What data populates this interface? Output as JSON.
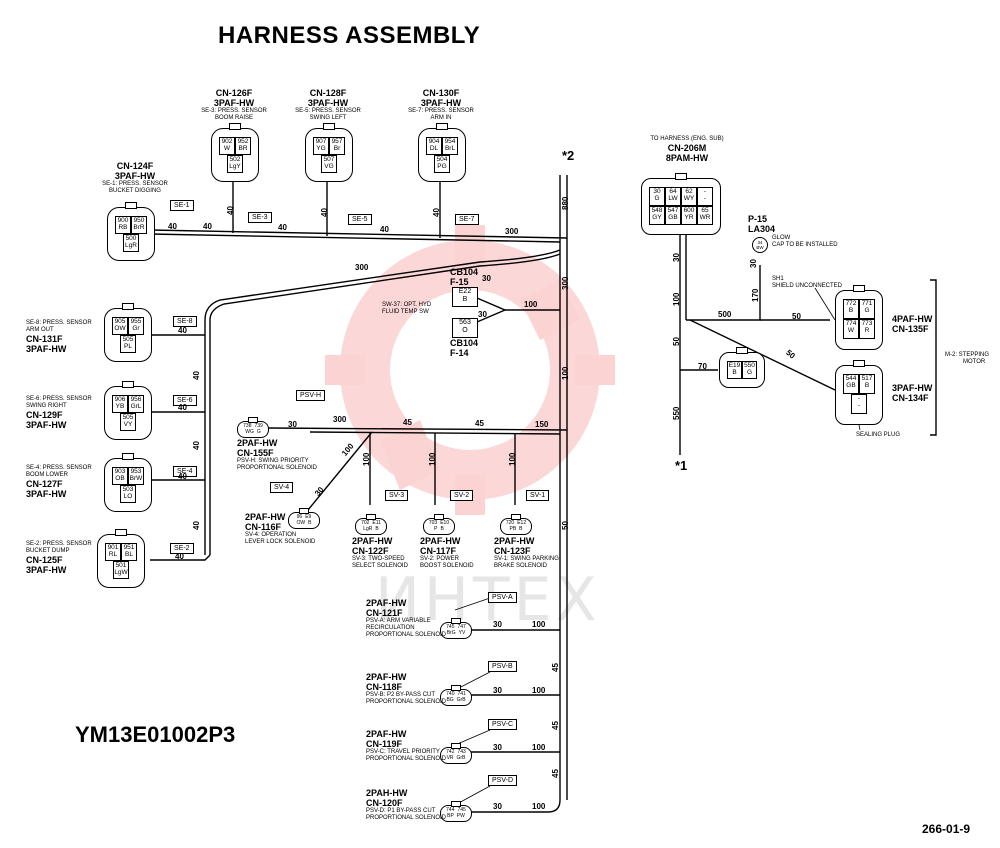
{
  "title": "HARNESS ASSEMBLY",
  "drawing_number": "YM13E01002P3",
  "page_ref": "266-01-9",
  "watermark_text": "ИНТЕХ",
  "markers": {
    "star2": "*2",
    "star1": "*1"
  },
  "connectors": {
    "cn124f": {
      "name": "CN-124F",
      "type": "3PAF-HW",
      "desc1": "SE-1: PRESS. SENSOR",
      "desc2": "BUCKET DIGGING",
      "pins": [
        [
          "900",
          "RB"
        ],
        [
          "950",
          "BrR"
        ],
        [
          "500",
          "LgR"
        ]
      ]
    },
    "cn126f": {
      "name": "CN-126F",
      "type": "3PAF-HW",
      "desc1": "SE-3: PRESS. SENSOR",
      "desc2": "BOOM RAISE",
      "pins": [
        [
          "902",
          "W"
        ],
        [
          "952",
          "BR"
        ],
        [
          "502",
          "LgY"
        ]
      ]
    },
    "cn128f": {
      "name": "CN-128F",
      "type": "3PAF-HW",
      "desc1": "SE-5: PRESS. SENSOR",
      "desc2": "SWING LEFT",
      "pins": [
        [
          "907",
          "YG"
        ],
        [
          "957",
          "Br"
        ],
        [
          "507",
          "VG"
        ]
      ]
    },
    "cn130f": {
      "name": "CN-130F",
      "type": "3PAF-HW",
      "desc1": "SE-7: PRESS. SENSOR",
      "desc2": "ARM IN",
      "pins": [
        [
          "904",
          "DL"
        ],
        [
          "954",
          "BrL"
        ],
        [
          "504",
          "PG"
        ]
      ]
    },
    "cn131f": {
      "name": "CN-131F",
      "type": "3PAF-HW",
      "desc1": "SE-8: PRESS. SENSOR",
      "desc2": "ARM OUT",
      "pins": [
        [
          "905",
          "OW"
        ],
        [
          "955",
          "Gr"
        ],
        [
          "505",
          "PL"
        ]
      ]
    },
    "cn129f": {
      "name": "CN-129F",
      "type": "3PAF-HW",
      "desc1": "SE-6: PRESS. SENSOR",
      "desc2": "SWING RIGHT",
      "pins": [
        [
          "906",
          "YB"
        ],
        [
          "956",
          "GrL"
        ],
        [
          "505",
          "VY"
        ]
      ]
    },
    "cn127f": {
      "name": "CN-127F",
      "type": "3PAF-HW",
      "desc1": "SE-4: PRESS. SENSOR",
      "desc2": "BOOM LOWER",
      "pins": [
        [
          "903",
          "OB"
        ],
        [
          "953",
          "BrW"
        ],
        [
          "503",
          "LO"
        ]
      ]
    },
    "cn125f": {
      "name": "CN-125F",
      "type": "3PAF-HW",
      "desc1": "SE-2: PRESS. SENSOR",
      "desc2": "BUCKET DUMP",
      "pins": [
        [
          "901",
          "RL"
        ],
        [
          "951",
          "BL"
        ],
        [
          "501",
          "LgW"
        ]
      ]
    },
    "cn206m": {
      "name": "CN-206M",
      "type": "8PAM-HW",
      "desc1": "TO HARNESS (ENG. SUB)",
      "pins": [
        [
          "30",
          "G"
        ],
        [
          "64",
          "LW"
        ],
        [
          "62",
          "WY"
        ],
        [
          "-",
          "-"
        ],
        [
          "548",
          "GY"
        ],
        [
          "547",
          "GB"
        ],
        [
          "600",
          "YR"
        ],
        [
          "65",
          "WR"
        ]
      ]
    },
    "p15": {
      "name": "P-15",
      "type": "LA304",
      "desc1": "GLOW",
      "desc2": "CAP TO BE INSTALLED",
      "pins": [
        [
          "34",
          "BW"
        ]
      ]
    },
    "cn135f": {
      "name": "CN-135F",
      "type": "4PAF-HW",
      "desc1": "SH1",
      "desc2": "SHIELD UNCONNECTED",
      "pins": [
        [
          "772",
          "B"
        ],
        [
          "771",
          "G"
        ],
        [
          "774",
          "W"
        ],
        [
          "773",
          "R"
        ]
      ]
    },
    "cn134f": {
      "name": "CN-134F",
      "type": "3PAF-HW",
      "desc1": "SEALING PLUG",
      "pins": [
        [
          "544",
          "GB"
        ],
        [
          "517",
          "B"
        ],
        [
          "-",
          "-"
        ]
      ]
    },
    "e19": {
      "pins": [
        [
          "E19",
          "B"
        ],
        [
          "550",
          "G"
        ]
      ]
    },
    "cb104a": {
      "name": "CB104",
      "type": "F-15",
      "pin": [
        "E22",
        "B"
      ]
    },
    "cb104b": {
      "name": "CB104",
      "type": "F-14",
      "pin": [
        "563",
        "O"
      ]
    },
    "cn155f": {
      "name": "CN-155F",
      "type": "2PAF-HW",
      "desc1": "PSV-H: SWING PRIORITY",
      "desc2": "PROPORTIONAL SOLENOID",
      "pins": [
        [
          "738",
          "WG"
        ],
        [
          "739",
          "G"
        ]
      ]
    },
    "cn116f": {
      "name": "CN-116F",
      "type": "2PAF-HW",
      "desc1": "SV-4: OPERATION",
      "desc2": "LEVER LOCK SOLENOID",
      "pins": [
        [
          "96",
          "OW"
        ],
        [
          "E9",
          "B"
        ]
      ]
    },
    "cn122f": {
      "name": "CN-122F",
      "type": "2PAF-HW",
      "desc1": "SV-3: TWO-SPEED",
      "desc2": "SELECT SOLENOID",
      "pins": [
        [
          "702",
          "LgR"
        ],
        [
          "E11",
          "B"
        ]
      ]
    },
    "cn117f": {
      "name": "CN-117F",
      "type": "2PAF-HW",
      "desc1": "SV-2: POWER",
      "desc2": "BOOST SOLENOID",
      "pins": [
        [
          "703",
          "P"
        ],
        [
          "E10",
          "B"
        ]
      ]
    },
    "cn123f": {
      "name": "CN-123F",
      "type": "2PAF-HW",
      "desc1": "SV-1: SWING PARKING",
      "desc2": "BRAKE SOLENOID",
      "pins": [
        [
          "720",
          "PB"
        ],
        [
          "E12",
          "B"
        ]
      ]
    },
    "cn121f": {
      "name": "CN-121F",
      "type": "2PAF-HW",
      "desc1": "PSV-A: ARM VARIABLE",
      "desc2": "RECIRCULATION",
      "desc3": "PROPORTIONAL SOLENOID",
      "pins": [
        [
          "745",
          "BrG"
        ],
        [
          "747",
          "YV"
        ]
      ]
    },
    "cn118f": {
      "name": "CN-118F",
      "type": "2PAF-HW",
      "desc1": "PSV-B: P2 BY-PASS CUT",
      "desc2": "PROPORTIONAL SOLENOID",
      "pins": [
        [
          "740",
          "BG"
        ],
        [
          "741",
          "GrB"
        ]
      ]
    },
    "cn119f": {
      "name": "CN-119F",
      "type": "2PAF-HW",
      "desc1": "PSV-C: TRAVEL PRIORITY",
      "desc2": "PROPORTIONAL SOLENOID",
      "pins": [
        [
          "742",
          "VR"
        ],
        [
          "743",
          "GrB"
        ]
      ]
    },
    "cn120f": {
      "name": "CN-120F",
      "type": "2PAH-HW",
      "desc1": "PSV-D: P1 BY-PASS CUT",
      "desc2": "PROPORTIONAL SOLENOID",
      "pins": [
        [
          "744",
          "BP"
        ],
        [
          "745",
          "PW"
        ]
      ]
    }
  },
  "sw37": {
    "desc1": "SW-37: OPT. HYD",
    "desc2": "FLUID TEMP SW"
  },
  "m2": {
    "desc1": "M-2: STEPPING",
    "desc2": "MOTOR"
  },
  "tags": {
    "se1": "SE-1",
    "se2": "SE-2",
    "se3": "SE-3",
    "se4": "SE-4",
    "se5": "SE-5",
    "se6": "SE-6",
    "se7": "SE-7",
    "se8": "SE-8",
    "sv1": "SV-1",
    "sv2": "SV-2",
    "sv3": "SV-3",
    "sv4": "SV-4",
    "psva": "PSV-A",
    "psvb": "PSV-B",
    "psvc": "PSV-C",
    "psvd": "PSV-D",
    "psvh": "PSV-H"
  },
  "lengths": {
    "l30": "30",
    "l40": "40",
    "l45": "45",
    "l50": "50",
    "l70": "70",
    "l100": "100",
    "l150": "150",
    "l170": "170",
    "l300": "300",
    "l500": "500",
    "l550": "550",
    "l880": "880"
  }
}
